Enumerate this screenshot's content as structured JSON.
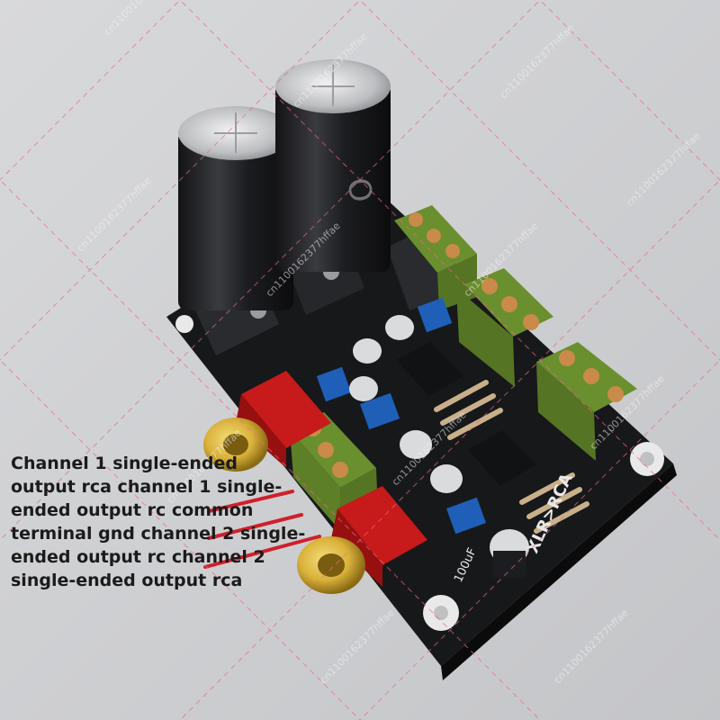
{
  "overlay_caption": "Channel 1 single-ended output rca channel 1 single-ended output rc common terminal gnd channel 2 single-ended output rc channel 2 single-ended output rca",
  "board_labels": {
    "pcb_title": "XLR>RCA",
    "cap_label": "100uF"
  },
  "watermark_text": "cn1100162377hffae",
  "colors": {
    "background": "#cfd0d2",
    "pcb": "#17181a",
    "terminal_green": "#6a8f2e",
    "rca_red": "#c71a1a",
    "rca_gold": "#d9b13a",
    "trim_blue": "#1f5fb8",
    "pointer_red": "#d0202a",
    "grid_pink": "#e86a88"
  },
  "icons": [
    "pcb-board-image",
    "capacitor",
    "rca-jack",
    "screw-terminal",
    "trimmer-potentiometer",
    "resistor",
    "mounting-hole"
  ]
}
